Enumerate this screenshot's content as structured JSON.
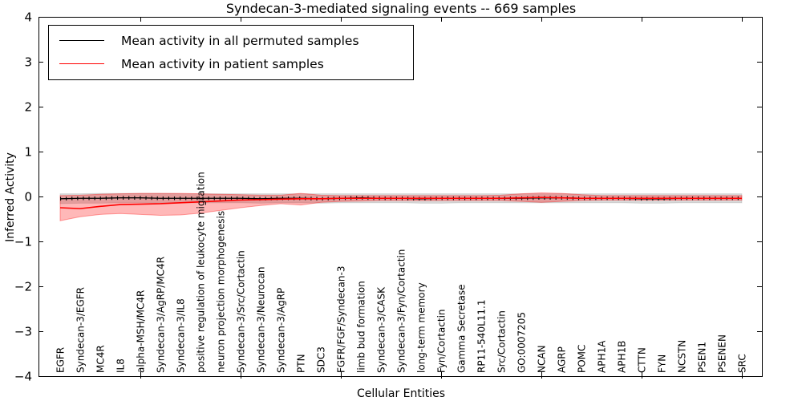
{
  "legend": {
    "entries": [
      {
        "label": "Mean activity in all permuted samples",
        "color": "#000000"
      },
      {
        "label": "Mean activity in patient samples",
        "color": "#ff0000"
      }
    ]
  },
  "chart_data": {
    "type": "line",
    "title": "Syndecan-3-mediated signaling events -- 669 samples",
    "xlabel": "Cellular Entities",
    "ylabel": "Inferred Activity",
    "ylim": [
      -4,
      4
    ],
    "yticks": [
      4,
      3,
      2,
      1,
      0,
      -1,
      -2,
      -3,
      -4
    ],
    "ytick_labels": [
      "4",
      "3",
      "2",
      "1",
      "0",
      "−1",
      "−2",
      "−3",
      "−4"
    ],
    "xtick_major_indices": [
      4,
      9,
      14,
      19,
      24,
      29,
      34
    ],
    "grid": false,
    "legend_position": "upper left",
    "categories": [
      "EGFR",
      "Syndecan-3/EGFR",
      "MC4R",
      "IL8",
      "alpha-MSH/MC4R",
      "Syndecan-3/AgRP/MC4R",
      "Syndecan-3/IL8",
      "positive regulation of leukocyte migration",
      "neuron projection morphogenesis",
      "Syndecan-3/Src/Cortactin",
      "Syndecan-3/Neurocan",
      "Syndecan-3/AgRP",
      "PTN",
      "SDC3",
      "FGFR/FGF/Syndecan-3",
      "limb bud formation",
      "Syndecan-3/CASK",
      "Syndecan-3/Fyn/Cortactin",
      "long-term memory",
      "Fyn/Cortactin",
      "Gamma Secretase",
      "RP11-540L11.1",
      "Src/Cortactin",
      "GO:0007205",
      "NCAN",
      "AGRP",
      "POMC",
      "APH1A",
      "APH1B",
      "CTTN",
      "FYN",
      "NCSTN",
      "PSEN1",
      "PSENEN",
      "SRC"
    ],
    "series": [
      {
        "name": "Mean activity in all permuted samples",
        "color": "#000000",
        "marker": "vertical-tick",
        "values": [
          -0.05,
          -0.04,
          -0.04,
          -0.03,
          -0.03,
          -0.04,
          -0.04,
          -0.04,
          -0.04,
          -0.04,
          -0.05,
          -0.04,
          -0.04,
          -0.05,
          -0.04,
          -0.03,
          -0.04,
          -0.04,
          -0.05,
          -0.04,
          -0.04,
          -0.04,
          -0.04,
          -0.04,
          -0.03,
          -0.03,
          -0.04,
          -0.04,
          -0.04,
          -0.05,
          -0.05,
          -0.04,
          -0.04,
          -0.04,
          -0.04
        ]
      },
      {
        "name": "Mean activity in patient samples",
        "color": "#ff0000",
        "marker": "none",
        "values": [
          -0.25,
          -0.27,
          -0.22,
          -0.18,
          -0.17,
          -0.16,
          -0.14,
          -0.12,
          -0.1,
          -0.08,
          -0.07,
          -0.06,
          -0.05,
          -0.05,
          -0.04,
          -0.04,
          -0.04,
          -0.04,
          -0.04,
          -0.04,
          -0.04,
          -0.04,
          -0.04,
          -0.03,
          -0.02,
          -0.03,
          -0.04,
          -0.04,
          -0.04,
          -0.04,
          -0.04,
          -0.04,
          -0.04,
          -0.04,
          -0.04
        ]
      }
    ],
    "bands": [
      {
        "name": "permuted-samples-range",
        "fill": "rgba(0,0,0,0.15)",
        "edge": "rgba(0,0,0,0.10)",
        "top": [
          0.06,
          0.06,
          0.07,
          0.07,
          0.07,
          0.07,
          0.06,
          0.06,
          0.06,
          0.06,
          0.06,
          0.06,
          0.06,
          0.06,
          0.06,
          0.06,
          0.06,
          0.06,
          0.06,
          0.06,
          0.06,
          0.06,
          0.06,
          0.06,
          0.06,
          0.06,
          0.06,
          0.06,
          0.06,
          0.06,
          0.06,
          0.06,
          0.06,
          0.06,
          0.06
        ],
        "bottom": [
          -0.16,
          -0.15,
          -0.15,
          -0.14,
          -0.14,
          -0.14,
          -0.14,
          -0.14,
          -0.14,
          -0.14,
          -0.15,
          -0.14,
          -0.14,
          -0.15,
          -0.14,
          -0.14,
          -0.14,
          -0.14,
          -0.15,
          -0.15,
          -0.14,
          -0.14,
          -0.14,
          -0.14,
          -0.14,
          -0.14,
          -0.14,
          -0.14,
          -0.14,
          -0.15,
          -0.15,
          -0.14,
          -0.14,
          -0.14,
          -0.14
        ]
      },
      {
        "name": "patient-samples-range",
        "fill": "rgba(255,0,0,0.28)",
        "edge": "rgba(255,0,0,0.35)",
        "top": [
          0.02,
          0.03,
          0.05,
          0.06,
          0.07,
          0.07,
          0.07,
          0.06,
          0.05,
          0.04,
          0.03,
          0.03,
          0.07,
          0.03,
          0.02,
          0.02,
          0.02,
          0.02,
          0.02,
          0.02,
          0.02,
          0.02,
          0.03,
          0.06,
          0.08,
          0.07,
          0.04,
          0.02,
          0.02,
          0.02,
          0.02,
          0.02,
          0.02,
          0.02,
          0.02
        ],
        "bottom": [
          -0.54,
          -0.45,
          -0.4,
          -0.38,
          -0.4,
          -0.42,
          -0.41,
          -0.37,
          -0.31,
          -0.25,
          -0.2,
          -0.16,
          -0.19,
          -0.13,
          -0.11,
          -0.1,
          -0.09,
          -0.09,
          -0.09,
          -0.09,
          -0.09,
          -0.09,
          -0.09,
          -0.11,
          -0.13,
          -0.11,
          -0.09,
          -0.08,
          -0.08,
          -0.08,
          -0.08,
          -0.08,
          -0.08,
          -0.08,
          -0.08
        ]
      }
    ]
  }
}
